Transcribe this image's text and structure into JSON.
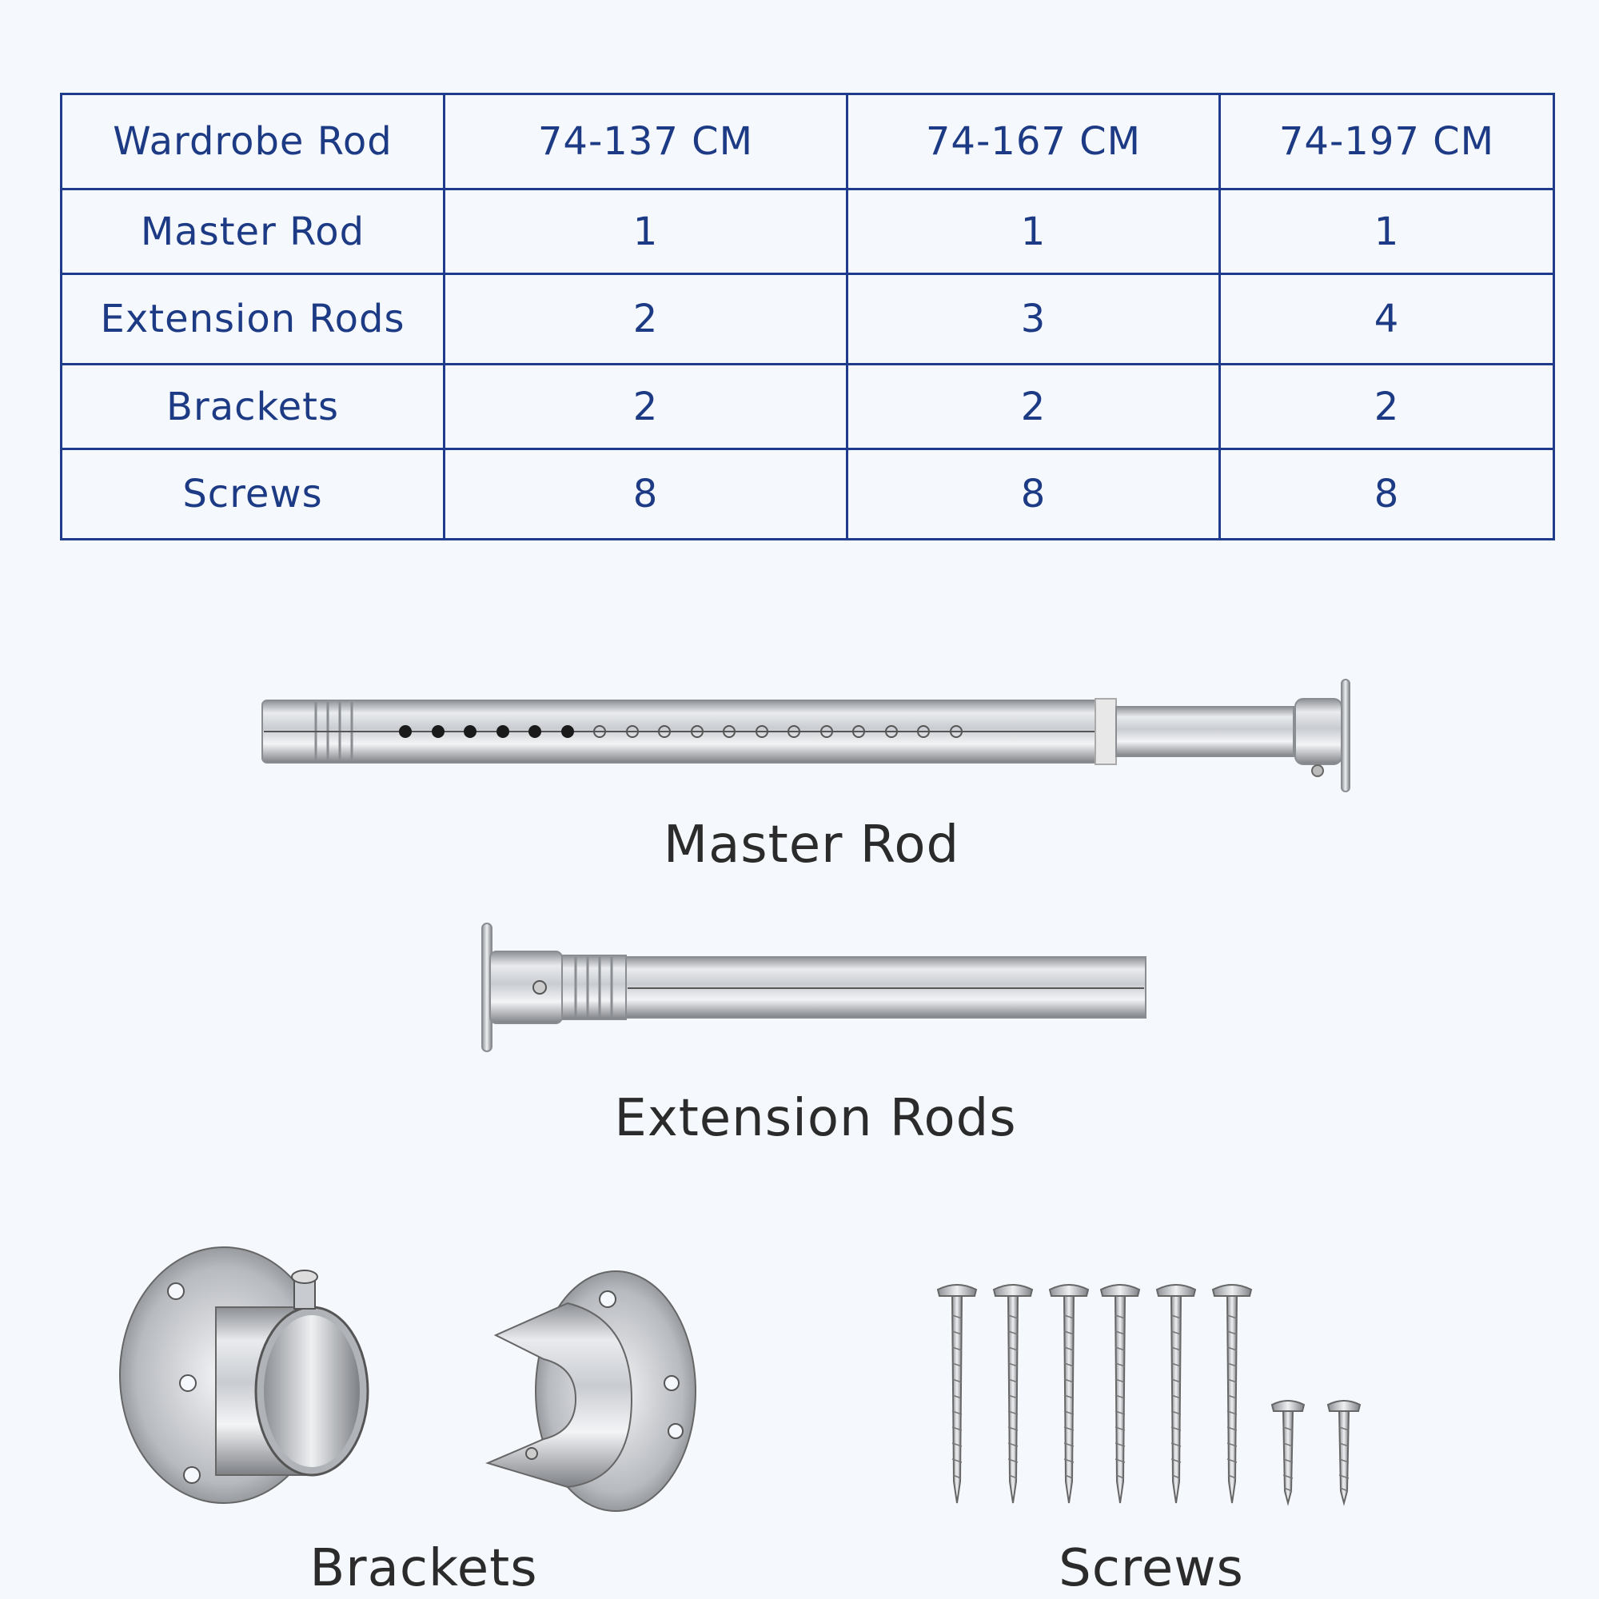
{
  "table": {
    "header": [
      "Wardrobe Rod",
      "74-137 CM",
      "74-167 CM",
      "74-197 CM"
    ],
    "rows": [
      [
        "Master Rod",
        "1",
        "1",
        "1"
      ],
      [
        "Extension Rods",
        "2",
        "3",
        "4"
      ],
      [
        "Brackets",
        "2",
        "2",
        "2"
      ],
      [
        "Screws",
        "8",
        "8",
        "8"
      ]
    ]
  },
  "parts": {
    "master_rod": "Master Rod",
    "extension_rods": "Extension Rods",
    "brackets": "Brackets",
    "screws": "Screws"
  },
  "colors": {
    "table_line": "#1f3c8c",
    "table_text": "#1d3a85",
    "caption_text": "#2b2b2b",
    "background": "#f5f8fc"
  }
}
